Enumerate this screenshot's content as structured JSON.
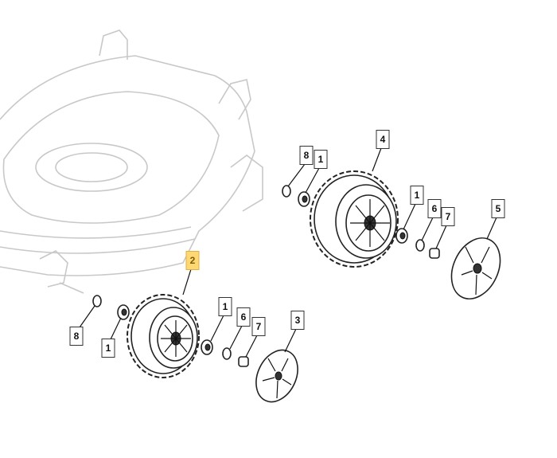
{
  "diagram": {
    "highlight_color": "#ffd873",
    "callouts": [
      {
        "id": "c1",
        "label": "8"
      },
      {
        "id": "c2",
        "label": "1"
      },
      {
        "id": "c3",
        "label": "4"
      },
      {
        "id": "c4",
        "label": "1"
      },
      {
        "id": "c5",
        "label": "6"
      },
      {
        "id": "c6",
        "label": "7"
      },
      {
        "id": "c7",
        "label": "5"
      },
      {
        "id": "c8",
        "label": "2",
        "highlighted": true
      },
      {
        "id": "c9",
        "label": "8"
      },
      {
        "id": "c10",
        "label": "1"
      },
      {
        "id": "c11",
        "label": "1"
      },
      {
        "id": "c12",
        "label": "6"
      },
      {
        "id": "c13",
        "label": "7"
      },
      {
        "id": "c14",
        "label": "3"
      }
    ]
  }
}
